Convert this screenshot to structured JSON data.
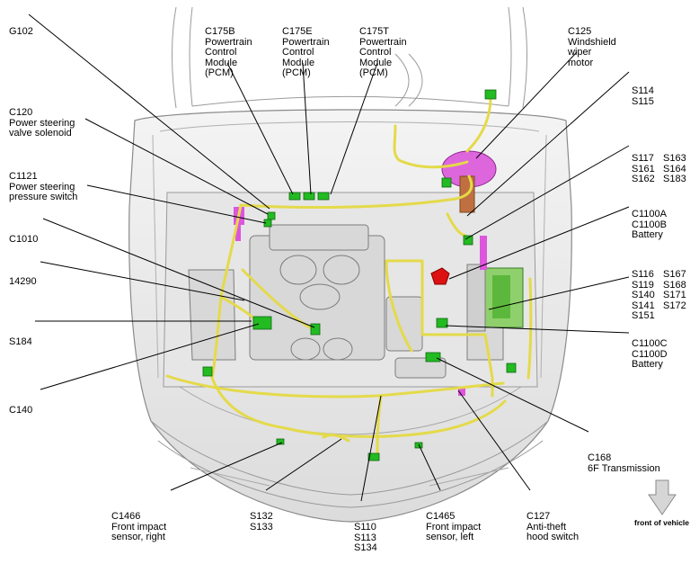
{
  "labels": {
    "g102": [
      "G102"
    ],
    "c175b": [
      "C175B",
      "Powertrain",
      "Control",
      "Module",
      "(PCM)"
    ],
    "c175e": [
      "C175E",
      "Powertrain",
      "Control",
      "Module",
      "(PCM)"
    ],
    "c175t": [
      "C175T",
      "Powertrain",
      "Control",
      "Module",
      "(PCM)"
    ],
    "c125": [
      "C125",
      "Windshield",
      "wiper",
      "motor"
    ],
    "s114": [
      "S114",
      "S115"
    ],
    "c120": [
      "C120",
      "Power steering",
      "valve solenoid"
    ],
    "c1121": [
      "C1121",
      "Power steering",
      "pressure switch"
    ],
    "s117a": [
      "S117",
      "S161",
      "S162"
    ],
    "s117b": [
      "S163",
      "S164",
      "S183"
    ],
    "c1100a": [
      "C1100A",
      "C1100B",
      "Battery"
    ],
    "c1010": [
      "C1010"
    ],
    "s116a": [
      "S116",
      "S119",
      "S140",
      "S141",
      "S151"
    ],
    "s116b": [
      "S167",
      "S168",
      "S171",
      "S172"
    ],
    "n14290": [
      "14290"
    ],
    "s184": [
      "S184"
    ],
    "c1100c": [
      "C1100C",
      "C1100D",
      "Battery"
    ],
    "c140": [
      "C140"
    ],
    "c168": [
      "C168",
      "6F Transmission"
    ],
    "c1466": [
      "C1466",
      "Front impact",
      "sensor, right"
    ],
    "s132": [
      "S132",
      "S133"
    ],
    "s110": [
      "S110",
      "S113",
      "S134"
    ],
    "c1465": [
      "C1465",
      "Front impact",
      "sensor, left"
    ],
    "c127": [
      "C127",
      "Anti-theft",
      "hood switch"
    ]
  },
  "front_of_vehicle": "front of vehicle",
  "colors": {
    "harness": "#e4da4a",
    "connector": "#22bb22",
    "highlight": "#dd44dd",
    "battery_post": "#dd1111"
  }
}
